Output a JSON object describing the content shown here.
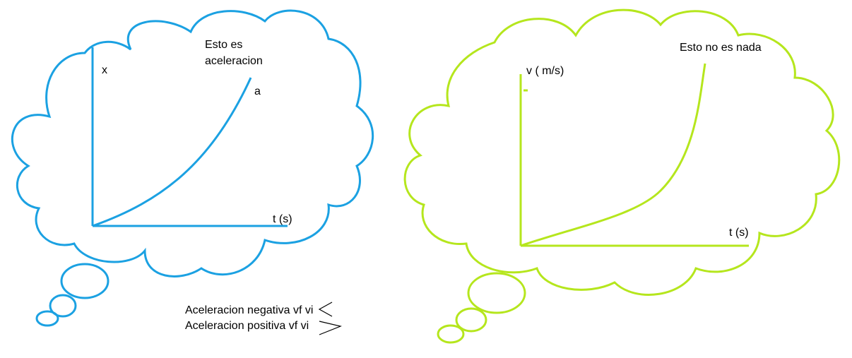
{
  "colors": {
    "blue_cloud": "#1ba1e2",
    "green_cloud": "#b5e61d",
    "text": "#000000"
  },
  "left_diagram": {
    "title_line1": "Esto es",
    "title_line2": "aceleracion",
    "y_axis_label": "x",
    "x_axis_label": "t (s)",
    "curve_label": "a"
  },
  "right_diagram": {
    "title": "Esto no es nada",
    "y_axis_label": "v ( m/s)",
    "x_axis_label": "t (s)"
  },
  "notes": {
    "line1": "Aceleracion negativa vf vi",
    "line2": "Aceleracion positiva vf vi"
  }
}
